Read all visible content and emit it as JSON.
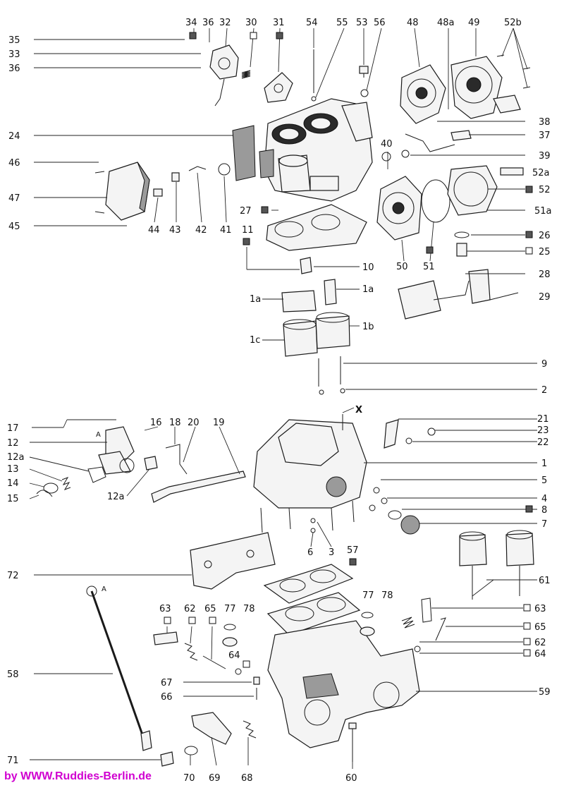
{
  "credit": "by WWW.Ruddies-Berlin.de",
  "colors": {
    "credit": "#d000d0",
    "ink": "#1a1a1a",
    "hatch_marker": "#555555"
  },
  "callouts": [
    {
      "id": "c34",
      "label": "34",
      "marker": "hatch"
    },
    {
      "id": "c36t",
      "label": "36"
    },
    {
      "id": "c32",
      "label": "32"
    },
    {
      "id": "c30",
      "label": "30",
      "marker": "square"
    },
    {
      "id": "c31",
      "label": "31",
      "marker": "hatch"
    },
    {
      "id": "c54",
      "label": "54"
    },
    {
      "id": "c55",
      "label": "55"
    },
    {
      "id": "c53",
      "label": "53"
    },
    {
      "id": "c56",
      "label": "56"
    },
    {
      "id": "c48",
      "label": "48"
    },
    {
      "id": "c48a",
      "label": "48a"
    },
    {
      "id": "c49",
      "label": "49"
    },
    {
      "id": "c52b",
      "label": "52b"
    },
    {
      "id": "c35",
      "label": "35"
    },
    {
      "id": "c33",
      "label": "33"
    },
    {
      "id": "c36",
      "label": "36"
    },
    {
      "id": "c24",
      "label": "24"
    },
    {
      "id": "c38",
      "label": "38"
    },
    {
      "id": "c37",
      "label": "37"
    },
    {
      "id": "c40",
      "label": "40"
    },
    {
      "id": "c39",
      "label": "39"
    },
    {
      "id": "c46",
      "label": "46"
    },
    {
      "id": "c52a",
      "label": "52a"
    },
    {
      "id": "c47",
      "label": "47"
    },
    {
      "id": "c52",
      "label": "52",
      "marker": "hatch"
    },
    {
      "id": "c51a",
      "label": "51a"
    },
    {
      "id": "c27",
      "label": "27",
      "marker": "hatch"
    },
    {
      "id": "c45",
      "label": "45"
    },
    {
      "id": "c44",
      "label": "44"
    },
    {
      "id": "c43",
      "label": "43"
    },
    {
      "id": "c42",
      "label": "42"
    },
    {
      "id": "c41",
      "label": "41"
    },
    {
      "id": "c11",
      "label": "11",
      "marker": "hatch"
    },
    {
      "id": "c26",
      "label": "26",
      "marker": "hatch"
    },
    {
      "id": "c25",
      "label": "25",
      "marker": "square"
    },
    {
      "id": "c50",
      "label": "50"
    },
    {
      "id": "c51",
      "label": "51",
      "marker": "hatch"
    },
    {
      "id": "c10",
      "label": "10"
    },
    {
      "id": "c28",
      "label": "28"
    },
    {
      "id": "c1a_l",
      "label": "1a"
    },
    {
      "id": "c1a_r",
      "label": "1a"
    },
    {
      "id": "c29",
      "label": "29"
    },
    {
      "id": "c1b",
      "label": "1b"
    },
    {
      "id": "c1c",
      "label": "1c"
    },
    {
      "id": "c9",
      "label": "9"
    },
    {
      "id": "c2",
      "label": "2"
    },
    {
      "id": "cX",
      "label": "X"
    },
    {
      "id": "c21",
      "label": "21"
    },
    {
      "id": "c17",
      "label": "17"
    },
    {
      "id": "cA1",
      "label": "A"
    },
    {
      "id": "c16",
      "label": "16"
    },
    {
      "id": "c18",
      "label": "18"
    },
    {
      "id": "c20",
      "label": "20"
    },
    {
      "id": "c19",
      "label": "19"
    },
    {
      "id": "c23",
      "label": "23"
    },
    {
      "id": "c12",
      "label": "12"
    },
    {
      "id": "c22",
      "label": "22"
    },
    {
      "id": "c12a_l",
      "label": "12a"
    },
    {
      "id": "c1",
      "label": "1"
    },
    {
      "id": "c13",
      "label": "13"
    },
    {
      "id": "c14",
      "label": "14"
    },
    {
      "id": "c5",
      "label": "5"
    },
    {
      "id": "c12a_b",
      "label": "12a"
    },
    {
      "id": "c15",
      "label": "15"
    },
    {
      "id": "c4",
      "label": "4"
    },
    {
      "id": "c8",
      "label": "8",
      "marker": "hatch"
    },
    {
      "id": "c7",
      "label": "7"
    },
    {
      "id": "c6",
      "label": "6"
    },
    {
      "id": "c3",
      "label": "3"
    },
    {
      "id": "c57",
      "label": "57",
      "marker": "hatch"
    },
    {
      "id": "c72",
      "label": "72"
    },
    {
      "id": "c61",
      "label": "61"
    },
    {
      "id": "cA2",
      "label": "A"
    },
    {
      "id": "c77r",
      "label": "77"
    },
    {
      "id": "c78r",
      "label": "78"
    },
    {
      "id": "c63t",
      "label": "63",
      "marker": "square"
    },
    {
      "id": "c62t",
      "label": "62",
      "marker": "square"
    },
    {
      "id": "c65t",
      "label": "65",
      "marker": "square"
    },
    {
      "id": "c77l",
      "label": "77"
    },
    {
      "id": "c78l",
      "label": "78"
    },
    {
      "id": "c63r",
      "label": "63",
      "marker": "square"
    },
    {
      "id": "c65r",
      "label": "65",
      "marker": "square"
    },
    {
      "id": "c62r",
      "label": "62",
      "marker": "square"
    },
    {
      "id": "c64r",
      "label": "64",
      "marker": "square"
    },
    {
      "id": "c64l",
      "label": "64",
      "marker": "square"
    },
    {
      "id": "c58",
      "label": "58"
    },
    {
      "id": "c67",
      "label": "67"
    },
    {
      "id": "c66",
      "label": "66"
    },
    {
      "id": "c59",
      "label": "59"
    },
    {
      "id": "c71",
      "label": "71"
    },
    {
      "id": "c70",
      "label": "70"
    },
    {
      "id": "c69",
      "label": "69"
    },
    {
      "id": "c68",
      "label": "68"
    },
    {
      "id": "c60",
      "label": "60"
    }
  ]
}
